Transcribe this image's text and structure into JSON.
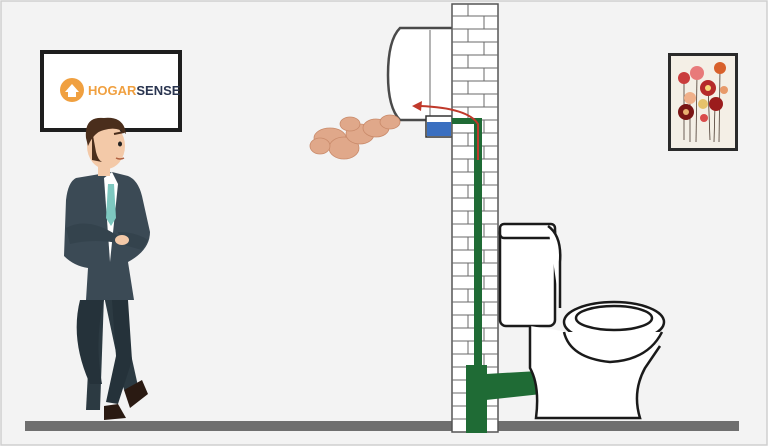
{
  "brand": {
    "part1": "HOGAR",
    "part2": "SENSE",
    "color_part1": "#f0a040",
    "color_part2": "#2a3550",
    "icon": "house-bell-icon"
  },
  "colors": {
    "wall_background": "#f3f3f3",
    "floor": "#6f6f6f",
    "pipe": "#1f6b35",
    "airflow_arrow": "#c0392b",
    "smoke": "#e0a88a",
    "suit": "#3b4a55",
    "tie": "#7ec8c0"
  },
  "scene": {
    "character": "businessman-thinking",
    "painting": "flower-painting",
    "fixture": "toilet",
    "device": "wall-air-conditioner"
  }
}
